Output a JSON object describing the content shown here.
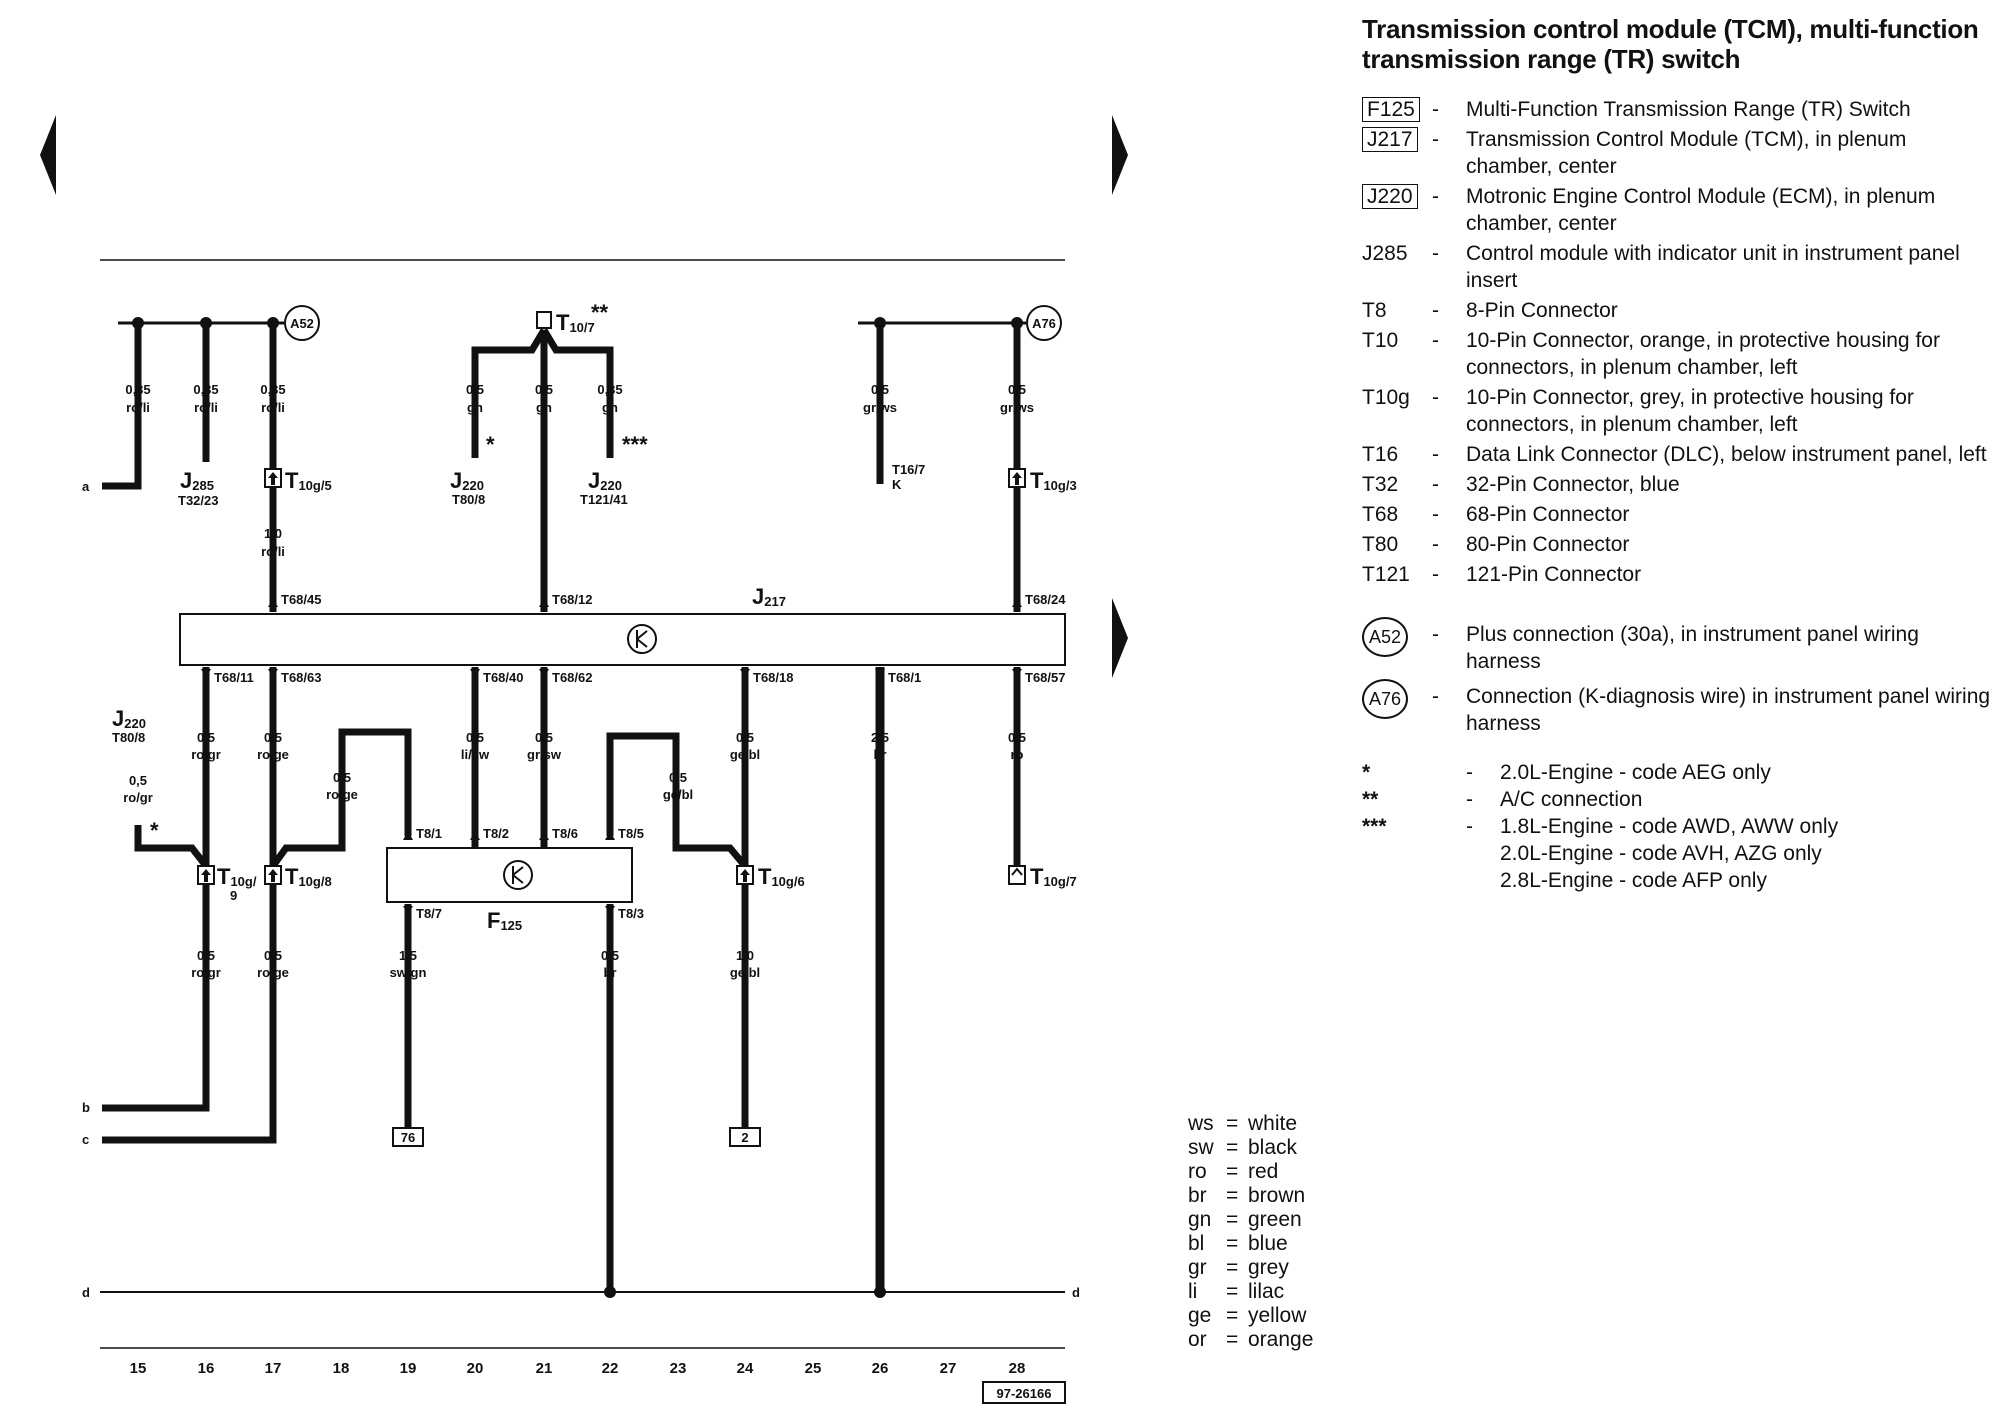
{
  "legend": {
    "title_line1": "Transmission control module (TCM), multi-function",
    "title_line2": "transmission range (TR) switch",
    "components": [
      {
        "code": "F125",
        "boxed": true,
        "dash": "-",
        "desc": "Multi-Function Transmission Range (TR) Switch"
      },
      {
        "code": "J217",
        "boxed": true,
        "dash": "-",
        "desc": "Transmission Control Module (TCM), in plenum chamber, center"
      },
      {
        "code": "J220",
        "boxed": true,
        "dash": "-",
        "desc": "Motronic Engine Control Module (ECM), in plenum chamber, center"
      },
      {
        "code": "J285",
        "boxed": false,
        "dash": "-",
        "desc": "Control module with indicator unit in instrument panel insert"
      },
      {
        "code": "T8",
        "boxed": false,
        "dash": "-",
        "desc": "8-Pin Connector"
      },
      {
        "code": "T10",
        "boxed": false,
        "dash": "-",
        "desc": "10-Pin Connector, orange, in protective housing for connectors, in plenum chamber, left"
      },
      {
        "code": "T10g",
        "boxed": false,
        "dash": "-",
        "desc": "10-Pin Connector, grey, in protective housing for connectors, in plenum chamber, left"
      },
      {
        "code": "T16",
        "boxed": false,
        "dash": "-",
        "desc": "Data Link Connector (DLC), below instrument panel, left"
      },
      {
        "code": "T32",
        "boxed": false,
        "dash": "-",
        "desc": "32-Pin Connector, blue"
      },
      {
        "code": "T68",
        "boxed": false,
        "dash": "-",
        "desc": "68-Pin Connector"
      },
      {
        "code": "T80",
        "boxed": false,
        "dash": "-",
        "desc": "80-Pin Connector"
      },
      {
        "code": "T121",
        "boxed": false,
        "dash": "-",
        "desc": "121-Pin Connector"
      }
    ],
    "connections": [
      {
        "code": "A52",
        "dash": "-",
        "desc": "Plus connection (30a), in instrument panel wiring harness"
      },
      {
        "code": "A76",
        "dash": "-",
        "desc": "Connection (K-diagnosis wire) in instrument panel wiring harness"
      }
    ],
    "notes": [
      {
        "symbol": "*",
        "dash": "-",
        "desc": "2.0L-Engine - code AEG only"
      },
      {
        "symbol": "**",
        "dash": "-",
        "desc": "A/C connection"
      },
      {
        "symbol": "***",
        "dash": "-",
        "desc": "1.8L-Engine - code AWD, AWW only"
      },
      {
        "symbol": "",
        "dash": "",
        "desc": "2.0L-Engine - code AVH, AZG only"
      },
      {
        "symbol": "",
        "dash": "",
        "desc": "2.8L-Engine - code AFP only"
      }
    ]
  },
  "color_key": [
    {
      "code": "ws",
      "eq": "=",
      "name": "white"
    },
    {
      "code": "sw",
      "eq": "=",
      "name": "black"
    },
    {
      "code": "ro",
      "eq": "=",
      "name": "red"
    },
    {
      "code": "br",
      "eq": "=",
      "name": "brown"
    },
    {
      "code": "gn",
      "eq": "=",
      "name": "green"
    },
    {
      "code": "bl",
      "eq": "=",
      "name": "blue"
    },
    {
      "code": "gr",
      "eq": "=",
      "name": "grey"
    },
    {
      "code": "li",
      "eq": "=",
      "name": "lilac"
    },
    {
      "code": "ge",
      "eq": "=",
      "name": "yellow"
    },
    {
      "code": "or",
      "eq": "=",
      "name": "orange"
    }
  ],
  "diagram": {
    "doc_number": "97-26166",
    "column_numbers": [
      "15",
      "16",
      "17",
      "18",
      "19",
      "20",
      "21",
      "22",
      "23",
      "24",
      "25",
      "26",
      "27",
      "28"
    ],
    "edge_labels": {
      "a": "a",
      "b": "b",
      "c": "c",
      "d_left": "d",
      "d_right": "d"
    },
    "ground_points": {
      "g76": "76",
      "g2": "2"
    },
    "top": {
      "a52": "A52",
      "a76": "A76",
      "w_a_size": "0,35",
      "w_a_color": "ro/li",
      "w_j285_size": "0,35",
      "w_j285_color": "ro/li",
      "w_a52_size": "0,35",
      "w_a52_color": "ro/li",
      "j285_name": "J",
      "j285_sub": "285",
      "j285_pin": "T32/23",
      "t10g5_name": "T",
      "t10g5_sub": "10g/5",
      "w_17low_size": "1,0",
      "w_17low_color": "ro/li",
      "t107_name": "T",
      "t107_sub": "10/7",
      "t107_star": "**",
      "w_20_size": "0,5",
      "w_20_color": "gn",
      "w_20_star": "*",
      "w_21_size": "0,5",
      "w_21_color": "gn",
      "w_22_size": "0,35",
      "w_22_color": "gn",
      "w_22_star": "***",
      "j220a_name": "J",
      "j220a_sub": "220",
      "j220a_pin": "T80/8",
      "j220b_name": "J",
      "j220b_sub": "220",
      "j220b_pin": "T121/41",
      "w_26_size": "0,5",
      "w_26_color": "gr/ws",
      "t167_top": "T16/7",
      "t167_bottom": "K",
      "w_28_size": "0,5",
      "w_28_color": "gr/ws",
      "t10g3_name": "T",
      "t10g3_sub": "10g/3"
    },
    "j217": {
      "name": "J",
      "sub": "217",
      "pins_top": [
        "T68/45",
        "T68/12",
        "T68/24"
      ],
      "pins_bottom": [
        "T68/11",
        "T68/63",
        "T68/40",
        "T68/62",
        "T68/18",
        "T68/1",
        "T68/57"
      ]
    },
    "bottom": {
      "j220c_name": "J",
      "j220c_sub": "220",
      "j220c_pin": "T80/8",
      "w_15_size": "0,5",
      "w_15_color": "ro/gr",
      "w_15_star": "*",
      "w_16_size": "0,5",
      "w_16_color": "ro/gr",
      "w_17_size": "0,5",
      "w_17_color": "ro/ge",
      "w_18_size": "0,5",
      "w_18_color": "ro/ge",
      "w_20_size": "0,5",
      "w_20_color": "li/sw",
      "w_21_size": "0,5",
      "w_21_color": "gr/sw",
      "w_23_size": "0,5",
      "w_23_color": "ge/bl",
      "w_24_size": "0,5",
      "w_24_color": "ge/bl",
      "w_26_size": "2,5",
      "w_26_color": "br",
      "w_28_size": "0,5",
      "w_28_color": "ro",
      "t10g9_name": "T",
      "t10g9_sub": "10g/",
      "t10g9_sub2": "9",
      "t10g8_name": "T",
      "t10g8_sub": "10g/8",
      "t10g6_name": "T",
      "t10g6_sub": "10g/6",
      "t10g7_name": "T",
      "t10g7_sub": "10g/7",
      "f125_name": "F",
      "f125_sub": "125",
      "f125_pins_top": [
        "T8/1",
        "T8/2",
        "T8/6",
        "T8/5"
      ],
      "f125_pins_bottom": [
        "T8/7",
        "T8/3"
      ],
      "w_16b_size": "0,5",
      "w_16b_color": "ro/gr",
      "w_17b_size": "0,5",
      "w_17b_color": "ro/ge",
      "w_19b_size": "1,5",
      "w_19b_color": "sw/gn",
      "w_22b_size": "0,5",
      "w_22b_color": "br",
      "w_24b_size": "1,0",
      "w_24b_color": "ge/bl"
    }
  }
}
